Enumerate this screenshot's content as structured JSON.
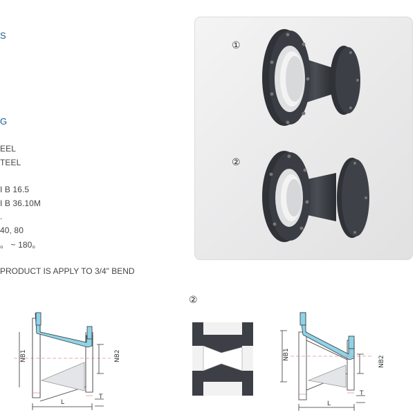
{
  "headings": [
    "S",
    "G"
  ],
  "specs": [
    "EEL",
    "TEEL",
    "I B 16.5",
    "I B 36.10M",
    ".",
    "40, 80",
    "。 ~ 180。"
  ],
  "note": "PRODUCT IS APPLY TO 3/4\" BEND",
  "markers": {
    "one": "①",
    "two": "②",
    "two_drawing": "②"
  },
  "dimensions": {
    "nb1": "NB1",
    "nb2": "NB2",
    "length": "L",
    "thickness": "T"
  },
  "colors": {
    "heading": "#1a5e8c",
    "lining": "#8fd3e8",
    "body": "#3c3f45"
  }
}
